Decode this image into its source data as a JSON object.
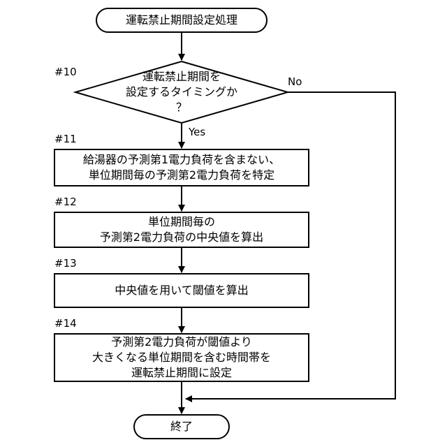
{
  "flowchart": {
    "start": {
      "label": "運転禁止期間設定処理"
    },
    "decision": {
      "step_id": "#10",
      "lines": [
        "運転禁止期間を",
        "設定するタイミングか",
        "？"
      ],
      "yes_label": "Yes",
      "no_label": "No"
    },
    "steps": [
      {
        "step_id": "#11",
        "lines": [
          "給湯器の予測第1電力負荷を含まない、",
          "単位期間毎の予測第2電力負荷を特定"
        ]
      },
      {
        "step_id": "#12",
        "lines": [
          "単位期間毎の",
          "予測第2電力負荷の中央値を算出"
        ]
      },
      {
        "step_id": "#13",
        "lines": [
          "中央値を用いて閾値を算出"
        ]
      },
      {
        "step_id": "#14",
        "lines": [
          "予測第2電力負荷が閾値より",
          "大きくなる単位期間を含む時間帯を",
          "運転禁止期間に設定"
        ]
      }
    ],
    "end": {
      "label": "終了"
    }
  }
}
